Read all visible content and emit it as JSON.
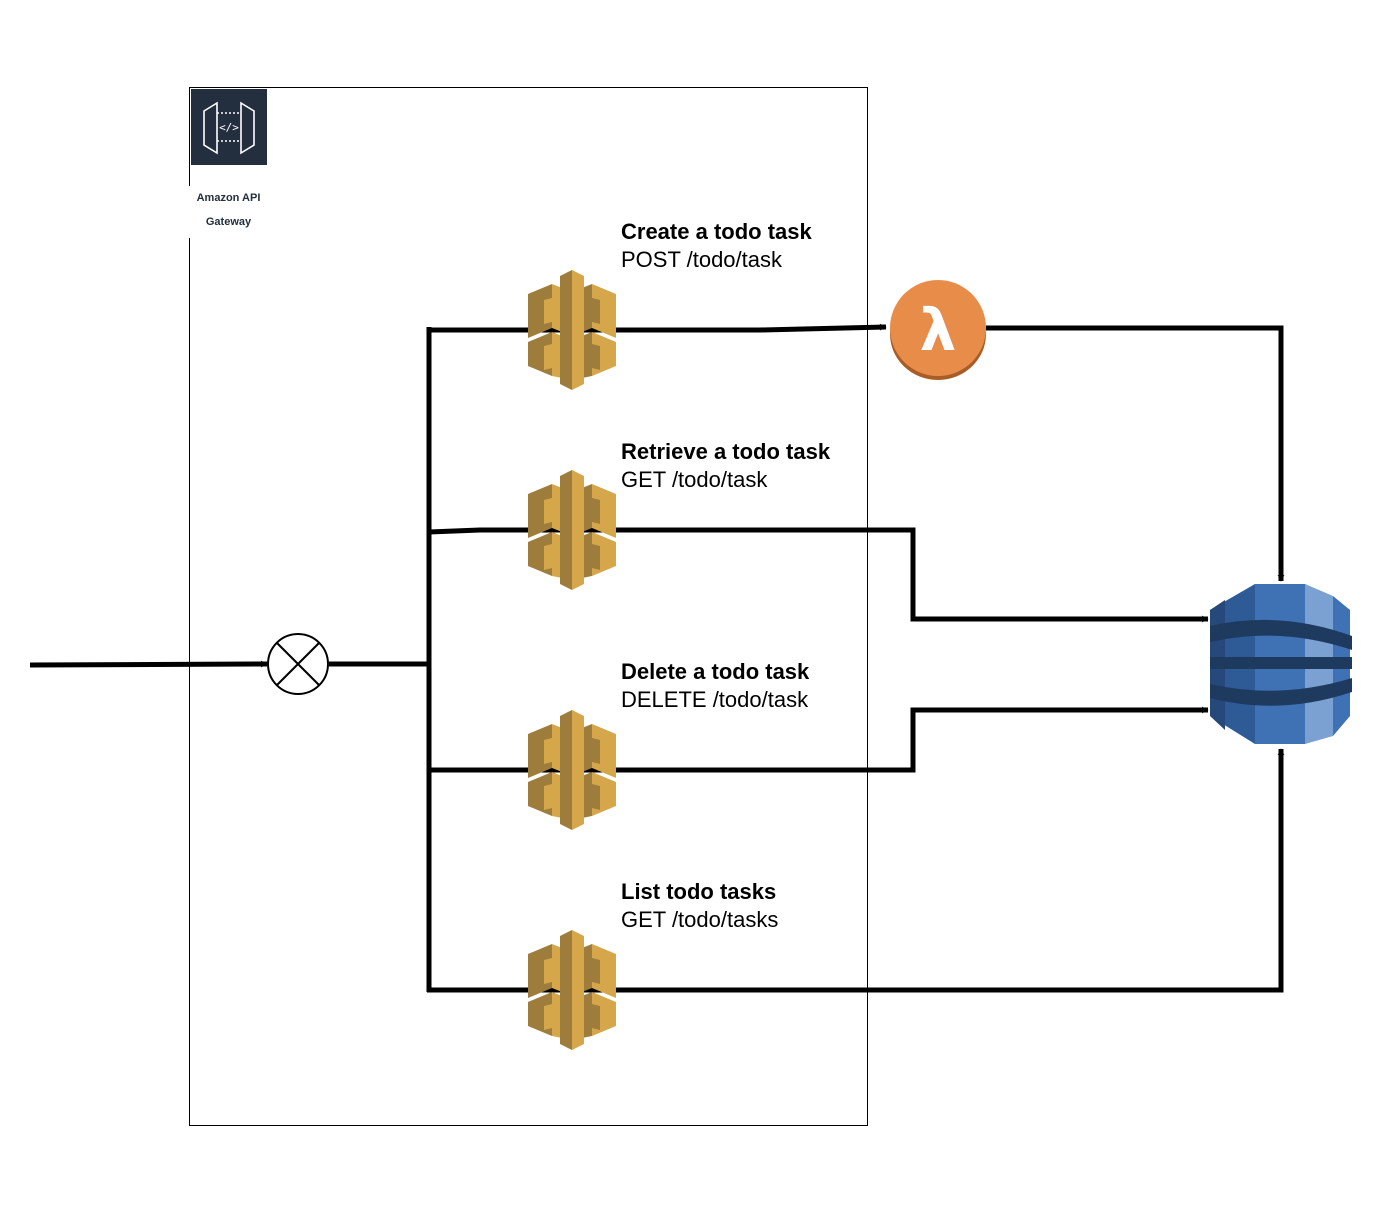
{
  "gateway": {
    "name_line1": "Amazon API",
    "name_line2": "Gateway",
    "icon": "api-gateway-icon",
    "icon_bg": "#232f3e"
  },
  "endpoints": [
    {
      "title": "Create a todo task",
      "method": "POST",
      "path": "/todo/task",
      "route": "POST /todo/task",
      "target": "lambda"
    },
    {
      "title": "Retrieve a todo task",
      "method": "GET",
      "path": "/todo/task",
      "route": "GET /todo/task",
      "target": "dynamodb"
    },
    {
      "title": "Delete a todo task",
      "method": "DELETE",
      "path": "/todo/task",
      "route": "DELETE /todo/task",
      "target": "dynamodb"
    },
    {
      "title": "List todo tasks",
      "method": "GET",
      "path": "/todo/tasks",
      "route": "GET /todo/tasks",
      "target": "dynamodb"
    }
  ],
  "nodes": {
    "entry": "incoming-request-arrow",
    "junction": "or-gateway-junction",
    "lambda": {
      "icon": "lambda-icon",
      "glyph": "λ",
      "color": "#e88c4a"
    },
    "dynamodb": {
      "icon": "dynamodb-icon",
      "color": "#3f72b4"
    },
    "endpoint_icon": {
      "icon": "api-gateway-endpoint-icon",
      "color": "#d9a741"
    }
  },
  "edges": [
    {
      "from": "entry",
      "to": "junction"
    },
    {
      "from": "junction",
      "to": "create-endpoint"
    },
    {
      "from": "junction",
      "to": "retrieve-endpoint"
    },
    {
      "from": "junction",
      "to": "delete-endpoint"
    },
    {
      "from": "junction",
      "to": "list-endpoint"
    },
    {
      "from": "create-endpoint",
      "to": "lambda"
    },
    {
      "from": "lambda",
      "to": "dynamodb"
    },
    {
      "from": "retrieve-endpoint",
      "to": "dynamodb"
    },
    {
      "from": "delete-endpoint",
      "to": "dynamodb"
    },
    {
      "from": "list-endpoint",
      "to": "dynamodb"
    }
  ]
}
